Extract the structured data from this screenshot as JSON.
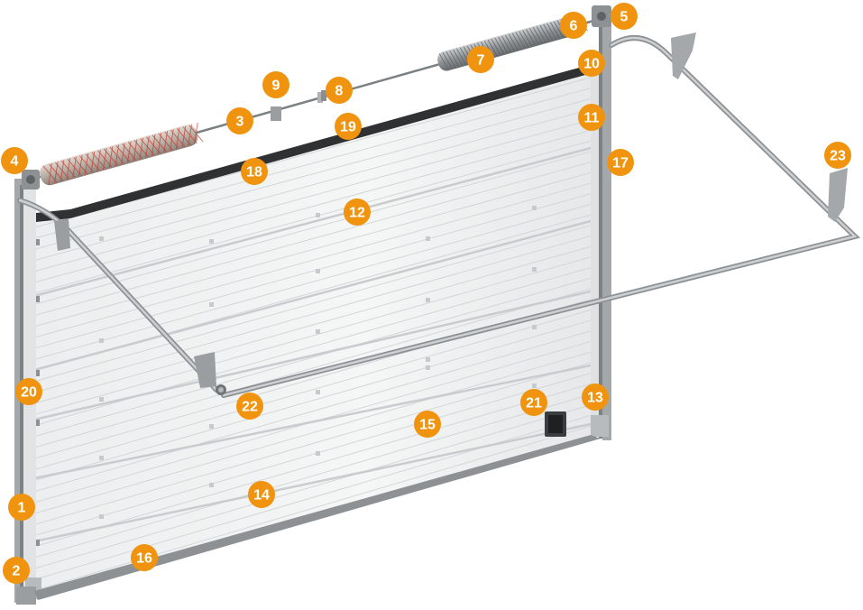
{
  "colors": {
    "callout": "#f0940f",
    "callout_text": "#ffffff",
    "panel": "#f2f3f3",
    "panel_groove": "#d3d6d8",
    "frame": "#a4a8ab",
    "frame_dark": "#6f7478",
    "rail": "#b3b7ba",
    "spring_left": "#c9c0b8",
    "spring_accent": "#c0392b",
    "spring_right": "#a2a6a9",
    "header_seal": "#2f3133"
  },
  "callouts": [
    {
      "label": "1"
    },
    {
      "label": "2"
    },
    {
      "label": "3"
    },
    {
      "label": "4"
    },
    {
      "label": "5"
    },
    {
      "label": "6"
    },
    {
      "label": "7"
    },
    {
      "label": "8"
    },
    {
      "label": "9"
    },
    {
      "label": "10"
    },
    {
      "label": "11"
    },
    {
      "label": "12"
    },
    {
      "label": "13"
    },
    {
      "label": "14"
    },
    {
      "label": "15"
    },
    {
      "label": "16"
    },
    {
      "label": "17"
    },
    {
      "label": "18"
    },
    {
      "label": "19"
    },
    {
      "label": "20"
    },
    {
      "label": "21"
    },
    {
      "label": "22"
    },
    {
      "label": "23"
    }
  ]
}
